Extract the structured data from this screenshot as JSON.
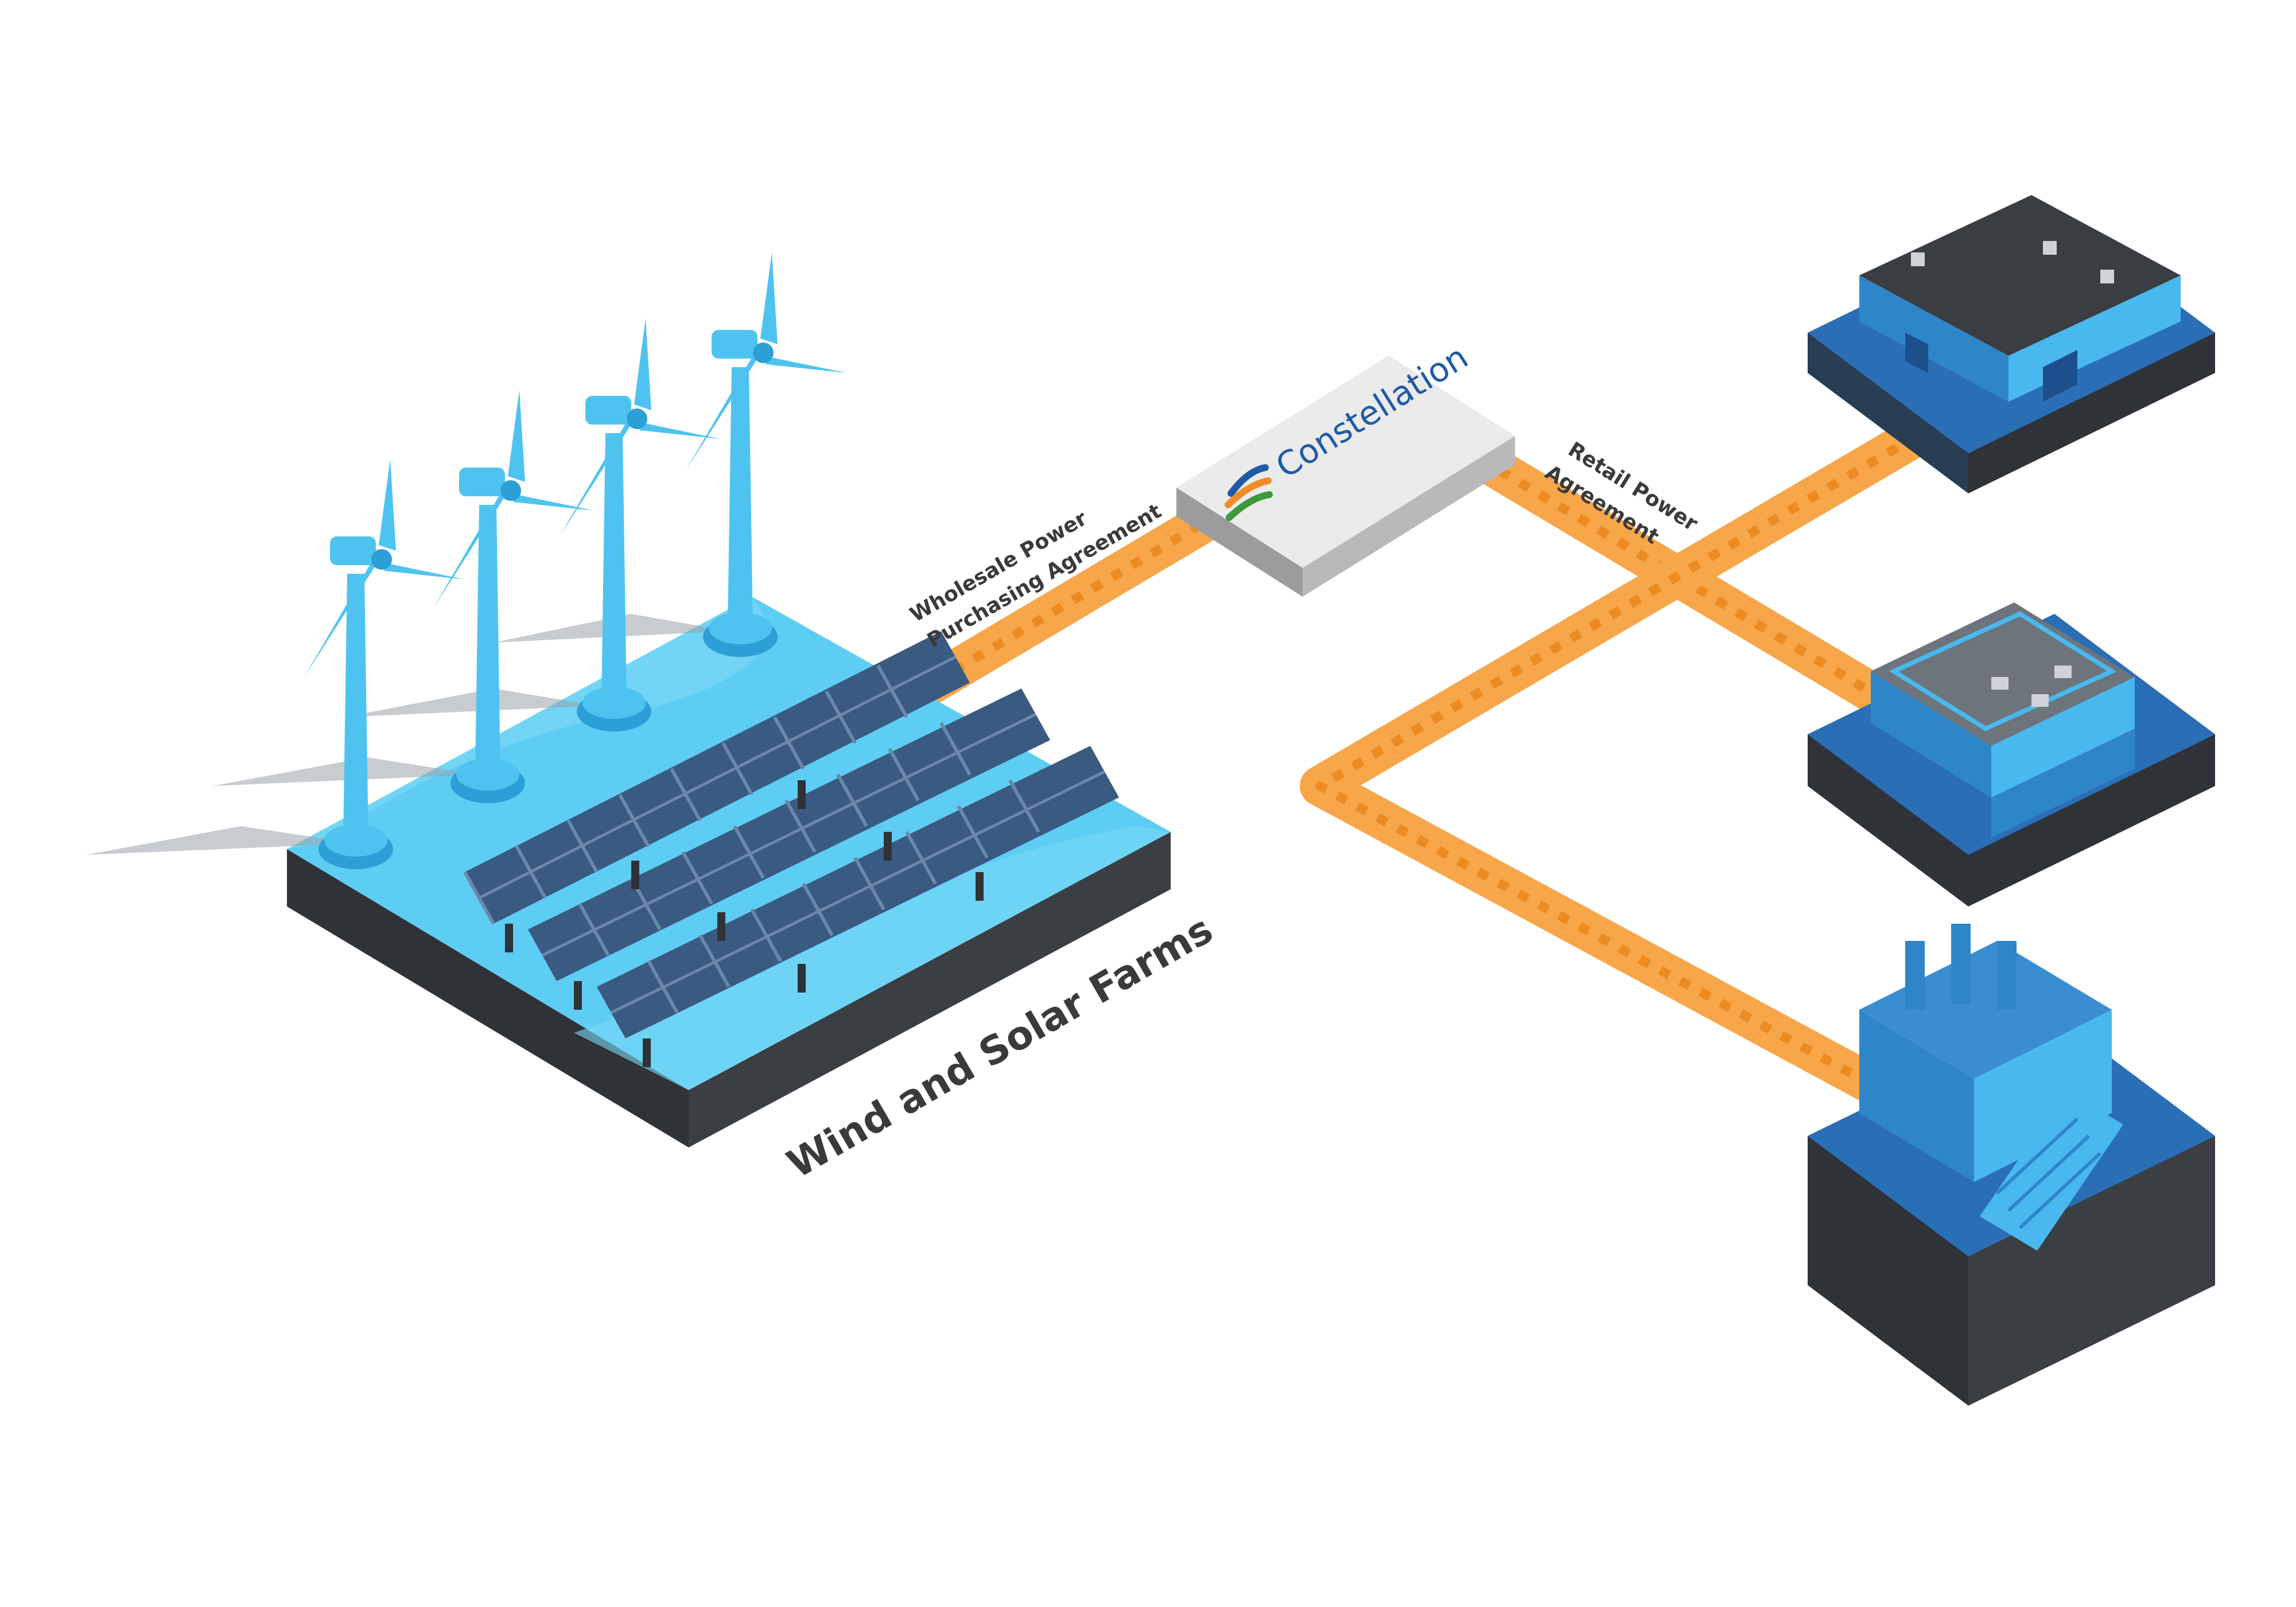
{
  "labels": {
    "farm": "Wind and Solar Farms",
    "wholesale_line1": "Wholesale Power",
    "wholesale_line2": "Purchasing Agreement",
    "retail_line1": "Retail Power",
    "retail_line2": "Agreement"
  },
  "brand": {
    "name": "Constellation"
  },
  "colors": {
    "ground": "#5ecdf3",
    "ground_light": "#7ad8f7",
    "base_dark": "#2f3236",
    "base_mid": "#3b3f44",
    "panel": "#3a5a82",
    "panel_grid": "#6a88aa",
    "turbine": "#4fc3ef",
    "turbine_dark": "#2c9fd6",
    "orange": "#f7a64a",
    "orange_dark": "#ec8b22",
    "pad_blue": "#2a6fb6",
    "pad_dark": "#1d4f8c",
    "building": "#49b8ee",
    "building_dark": "#2e86c8",
    "roof": "#3a3d42",
    "logo_blue": "#1f5aa6",
    "logo_orange": "#f28c28",
    "logo_green": "#3c9a3c",
    "box_face": "#ebebec",
    "box_side": "#b9b9bb"
  },
  "icons": [
    "wind-turbine-icon",
    "solar-panel-icon",
    "office-building-icon",
    "factory-icon",
    "constellation-logo-icon"
  ]
}
